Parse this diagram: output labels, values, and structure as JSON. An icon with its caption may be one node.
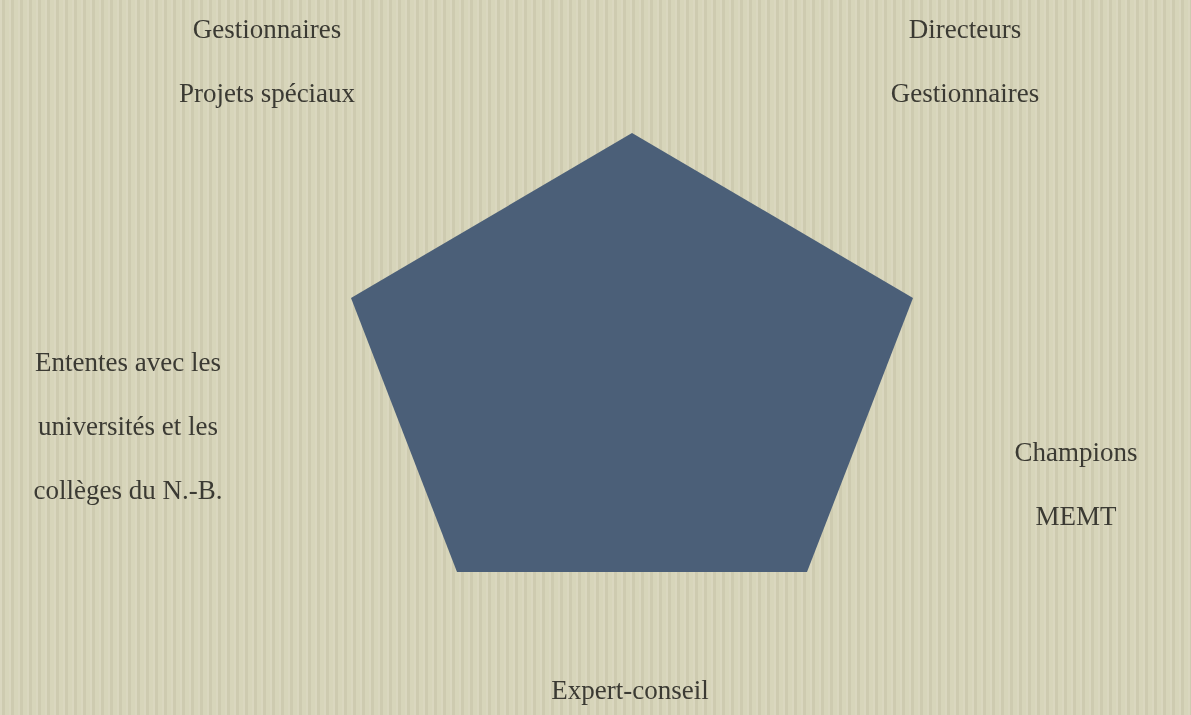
{
  "diagram": {
    "nodes": [
      {
        "text": [],
        "shape": "pentagon"
      }
    ],
    "labels": [
      "Gestionnaires Projets spéciaux",
      "Directeurs Gestionnaires",
      "Ententes avec les universités et les collèges du N.-B.",
      "Champions MEMT",
      "Expert-conseil"
    ]
  }
}
